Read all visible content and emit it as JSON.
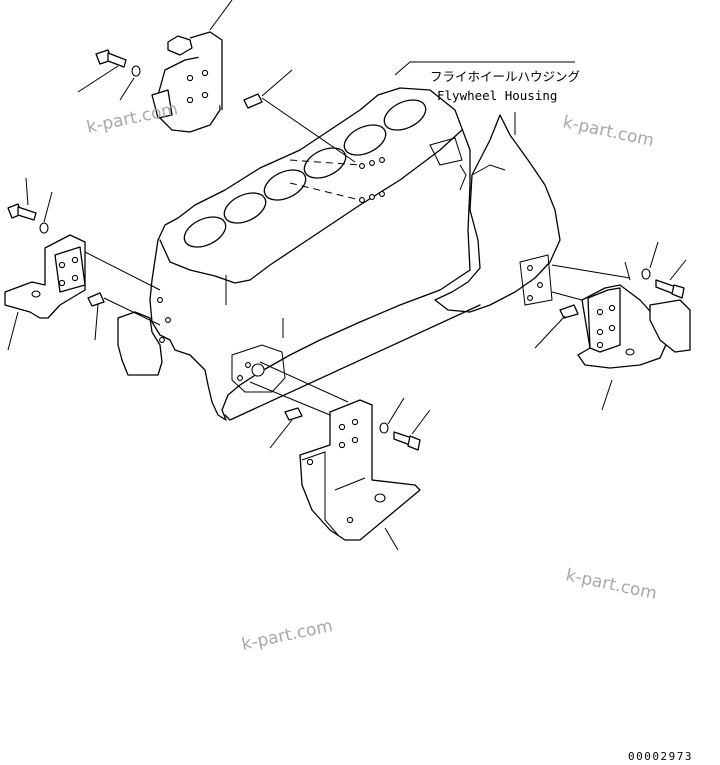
{
  "callout": {
    "japanese": "フライホイールハウジング",
    "english": "Flywheel Housing"
  },
  "watermark": "k-part.com",
  "drawing_code": "00002973"
}
